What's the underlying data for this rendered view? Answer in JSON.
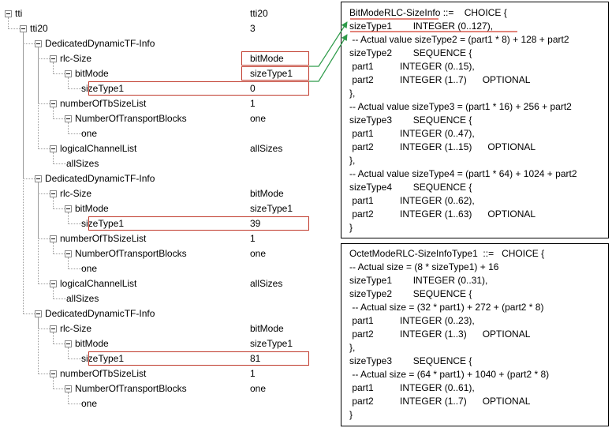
{
  "tree": {
    "rows": [
      {
        "label": "tti",
        "value": "tti20",
        "level": 0,
        "toggle": true
      },
      {
        "label": "tti20",
        "value": "3",
        "level": 1,
        "toggle": true
      },
      {
        "label": "DedicatedDynamicTF-Info",
        "value": "",
        "level": 2,
        "toggle": true
      },
      {
        "label": "rlc-Size",
        "value": "bitMode",
        "level": 3,
        "toggle": true
      },
      {
        "label": "bitMode",
        "value": "sizeType1",
        "level": 4,
        "toggle": true
      },
      {
        "label": "sizeType1",
        "value": "0",
        "level": 5,
        "toggle": false
      },
      {
        "label": "numberOfTbSizeList",
        "value": "1",
        "level": 3,
        "toggle": true
      },
      {
        "label": "NumberOfTransportBlocks",
        "value": "one",
        "level": 4,
        "toggle": true
      },
      {
        "label": "one",
        "value": "",
        "level": 5,
        "toggle": false
      },
      {
        "label": "logicalChannelList",
        "value": "allSizes",
        "level": 3,
        "toggle": true
      },
      {
        "label": "allSizes",
        "value": "",
        "level": 4,
        "toggle": false
      },
      {
        "label": "DedicatedDynamicTF-Info",
        "value": "",
        "level": 2,
        "toggle": true
      },
      {
        "label": "rlc-Size",
        "value": "bitMode",
        "level": 3,
        "toggle": true
      },
      {
        "label": "bitMode",
        "value": "sizeType1",
        "level": 4,
        "toggle": true
      },
      {
        "label": "sizeType1",
        "value": "39",
        "level": 5,
        "toggle": false
      },
      {
        "label": "numberOfTbSizeList",
        "value": "1",
        "level": 3,
        "toggle": true
      },
      {
        "label": "NumberOfTransportBlocks",
        "value": "one",
        "level": 4,
        "toggle": true
      },
      {
        "label": "one",
        "value": "",
        "level": 5,
        "toggle": false
      },
      {
        "label": "logicalChannelList",
        "value": "allSizes",
        "level": 3,
        "toggle": true
      },
      {
        "label": "allSizes",
        "value": "",
        "level": 4,
        "toggle": false
      },
      {
        "label": "DedicatedDynamicTF-Info",
        "value": "",
        "level": 2,
        "toggle": true
      },
      {
        "label": "rlc-Size",
        "value": "bitMode",
        "level": 3,
        "toggle": true
      },
      {
        "label": "bitMode",
        "value": "sizeType1",
        "level": 4,
        "toggle": true
      },
      {
        "label": "sizeType1",
        "value": "81",
        "level": 5,
        "toggle": false
      },
      {
        "label": "numberOfTbSizeList",
        "value": "1",
        "level": 3,
        "toggle": true
      },
      {
        "label": "NumberOfTransportBlocks",
        "value": "one",
        "level": 4,
        "toggle": true
      },
      {
        "label": "one",
        "value": "",
        "level": 5,
        "toggle": false
      }
    ]
  },
  "bitmode_panel": {
    "lines": [
      "BitModeRLC-SizeInfo ::=    CHOICE {",
      "sizeType1        INTEGER (0..127),",
      " -- Actual value sizeType2 = (part1 * 8) + 128 + part2",
      "sizeType2        SEQUENCE {",
      " part1          INTEGER (0..15),",
      " part2          INTEGER (1..7)      OPTIONAL",
      "},",
      "-- Actual value sizeType3 = (part1 * 16) + 256 + part2",
      "sizeType3        SEQUENCE {",
      " part1          INTEGER (0..47),",
      " part2          INTEGER (1..15)      OPTIONAL",
      "},",
      "-- Actual value sizeType4 = (part1 * 64) + 1024 + part2",
      "sizeType4        SEQUENCE {",
      " part1          INTEGER (0..62),",
      " part2          INTEGER (1..63)      OPTIONAL",
      "}"
    ]
  },
  "octetmode_panel": {
    "lines": [
      "OctetModeRLC-SizeInfoType1  ::=   CHOICE {",
      "-- Actual size = (8 * sizeType1) + 16",
      "sizeType1        INTEGER (0..31),",
      "sizeType2        SEQUENCE {",
      " -- Actual size = (32 * part1) + 272 + (part2 * 8)",
      " part1          INTEGER (0..23),",
      " part2          INTEGER (1..3)      OPTIONAL",
      "},",
      "sizeType3        SEQUENCE {",
      " -- Actual size = (64 * part1) + 1040 + (part2 * 8)",
      " part1          INTEGER (0..61),",
      " part2          INTEGER (1..7)      OPTIONAL",
      "}"
    ]
  },
  "colors": {
    "highlight_box": "#c0392b",
    "arrow": "#2e9b4a",
    "underline": "#d23c2c"
  }
}
